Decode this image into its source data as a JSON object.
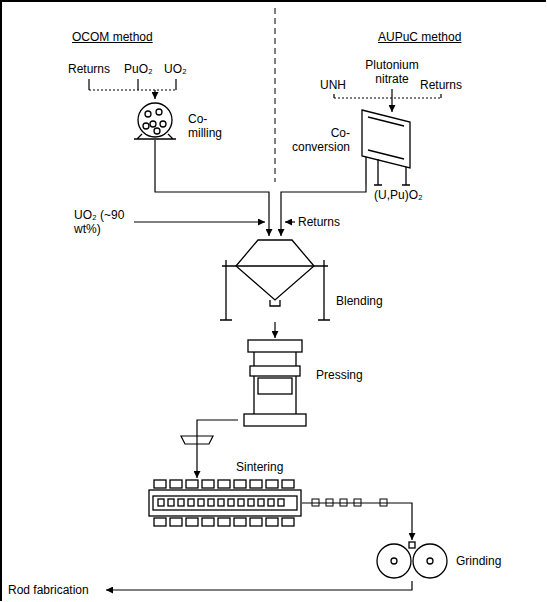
{
  "diagram": {
    "nodes": [
      {
        "text": [
          "Co- milling"
        ]
      },
      {
        "text": [
          "Co- conversion"
        ]
      },
      {
        "text": [
          "Blending"
        ]
      },
      {
        "text": [
          "Pressing"
        ]
      },
      {
        "text": [
          "Sintering"
        ]
      },
      {
        "text": [
          "Grinding"
        ]
      }
    ],
    "edges": [
      {
        "from": 0,
        "to": 2,
        "arrow": "to"
      },
      {
        "from": 1,
        "to": 2,
        "arrow": "to"
      },
      {
        "from": 2,
        "to": 3,
        "arrow": "to"
      },
      {
        "from": 3,
        "to": 4,
        "arrow": "to"
      },
      {
        "from": 4,
        "to": 5,
        "arrow": "to"
      }
    ],
    "labels": [
      "OCOM method",
      "AUPuC method",
      "Returns",
      "PuO₂",
      "UO₂",
      "UNH",
      "Plutonium nitrate",
      "Returns",
      "(U,Pu)O₂",
      "UO₂ (~90 wt%)",
      "Returns",
      "Rod fabrication"
    ]
  }
}
